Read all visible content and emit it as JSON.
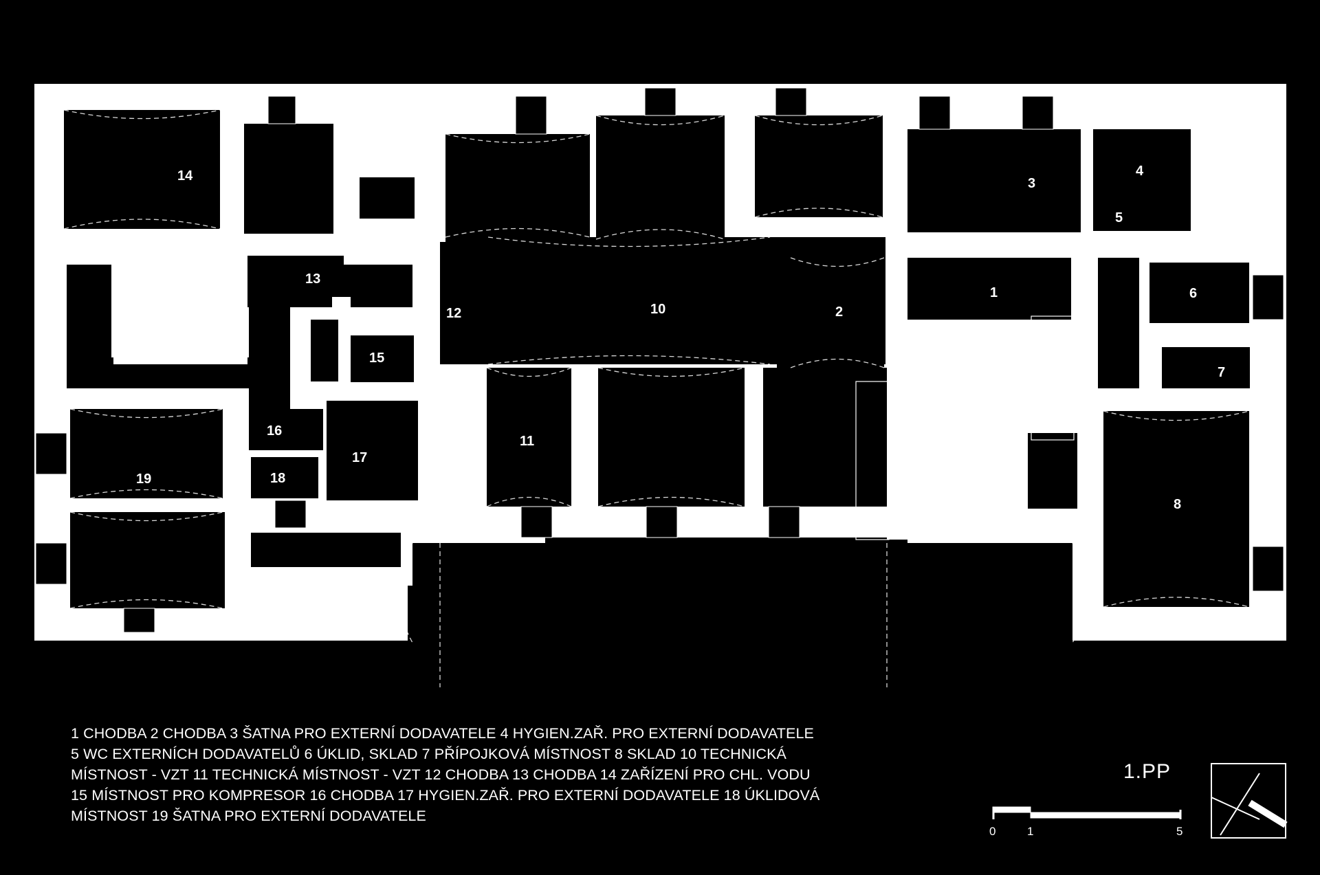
{
  "floor": "1.PP",
  "legend_lines": [
    "1  CHODBA   2  CHODBA   3  ŠATNA PRO EXTERNÍ DODAVATELE   4  HYGIEN.ZAŘ. PRO EXTERNÍ DODAVATELE",
    "5  WC EXTERNÍCH DODAVATELŮ   6  ÚKLID, SKLAD   7  PŘÍPOJKOVÁ MÍSTNOST   8  SKLAD   10  TECHNICKÁ",
    "MÍSTNOST - VZT   11  TECHNICKÁ MÍSTNOST - VZT   12  CHODBA   13  CHODBA   14  ZAŘÍZENÍ PRO CHL. VODU",
    "15  MÍSTNOST PRO KOMPRESOR   16  CHODBA   17  HYGIEN.ZAŘ. PRO EXTERNÍ DODAVATELE   18  ÚKLIDOVÁ",
    "MÍSTNOST    19  ŠATNA PRO EXTERNÍ DODAVATELE"
  ],
  "room_numbers": [
    "1",
    "2",
    "3",
    "4",
    "5",
    "6",
    "7",
    "8",
    "10",
    "11",
    "12",
    "13",
    "14",
    "15",
    "16",
    "17",
    "18",
    "19"
  ],
  "scale": {
    "labels": [
      "0",
      "1",
      "5"
    ]
  },
  "colors": {
    "background": "#000000",
    "walls": "#ffffff",
    "rooms": "#000000"
  },
  "icons": [
    "north-arrow-icon"
  ]
}
